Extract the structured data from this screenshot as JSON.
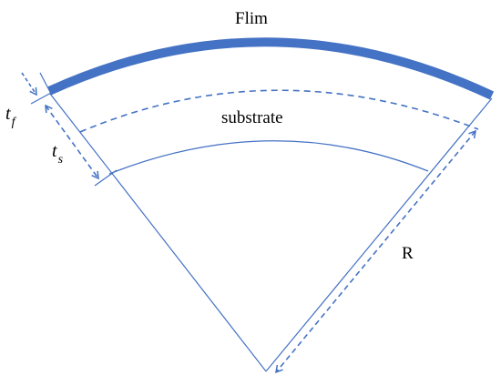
{
  "labels": {
    "film": "Flim",
    "substrate": "substrate",
    "film_thickness": {
      "symbol": "t",
      "subscript": "f"
    },
    "substrate_thickness": {
      "symbol": "t",
      "subscript": "s"
    },
    "radius": "R"
  },
  "colors": {
    "film": "#4472c4",
    "lines": "#4472c4",
    "dashed_arrows": "#4472c4",
    "text": "#000000",
    "background": "#ffffff"
  }
}
